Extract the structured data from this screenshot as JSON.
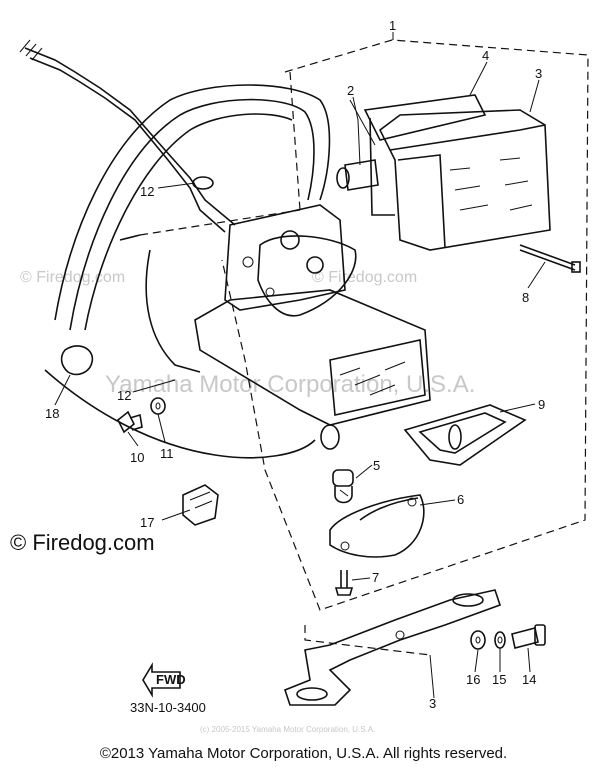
{
  "watermarks": {
    "center": "Yamaha Motor Corporation, U.S.A.",
    "firedog_small": "© Firedog.com",
    "firedog_large": "© Firedog.com",
    "code_small": "(c) 2005-2015 Yamaha Motor Corporation, U.S.A."
  },
  "diagram_code": "33N-10-3400",
  "fwd_label": "FWD",
  "footer": "©2013 Yamaha Motor Corporation, U.S.A. All rights reserved.",
  "callouts": {
    "c1": "1",
    "c2": "2",
    "c3": "3",
    "c4": "4",
    "c5": "5",
    "c6": "6",
    "c7": "7",
    "c8": "8",
    "c9": "9",
    "c10": "10",
    "c11": "11",
    "c12a": "12",
    "c12b": "12",
    "c14": "14",
    "c15": "15",
    "c16": "16",
    "c17": "17",
    "c18": "18",
    "c3b": "3"
  }
}
